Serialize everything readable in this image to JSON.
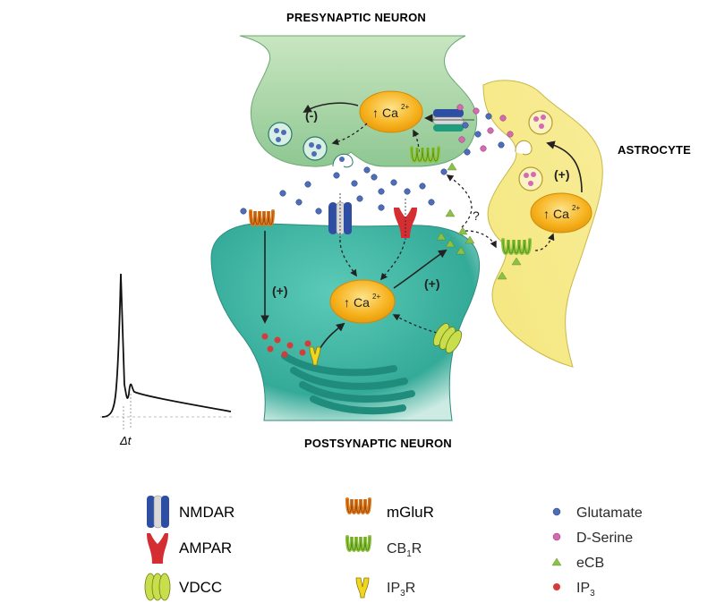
{
  "labels": {
    "presynaptic": "PRESYNAPTIC NEURON",
    "postsynaptic": "POSTSYNAPTIC NEURON",
    "astrocyte": "ASTROCYTE",
    "calcium": "Ca",
    "calcium_charge": "2+",
    "minus": "(-)",
    "plus": "(+)",
    "question": "?",
    "delta_t": "Δt"
  },
  "legend": {
    "nmdar": "NMDAR",
    "ampar": "AMPAR",
    "vdcc": "VDCC",
    "mglur": "mGluR",
    "cb1r_main": "CB",
    "cb1r_sub": "1",
    "cb1r_tail": "R",
    "ip3r_main": "IP",
    "ip3r_sub": "3",
    "ip3r_tail": "R",
    "glutamate": "Glutamate",
    "dserine": "D-Serine",
    "ecb": "eCB",
    "ip3_main": "IP",
    "ip3_sub": "3"
  },
  "colors": {
    "presynaptic": "#a9d3a2",
    "postsynaptic": "#3fb3a2",
    "astrocyte": "#f8ec98",
    "calcium": "#f6b11c",
    "glutamate": "#4d6db8",
    "dserine": "#d46bb0",
    "ecb": "#8cc04b",
    "ip3": "#d83a3a",
    "nmdar": "#2d4ea3",
    "ampar": "#d42e33",
    "vdcc": "#c9de4c",
    "mglur": "#e07a1f",
    "cb1r": "#8cc43c",
    "ip3r": "#f1d621"
  }
}
